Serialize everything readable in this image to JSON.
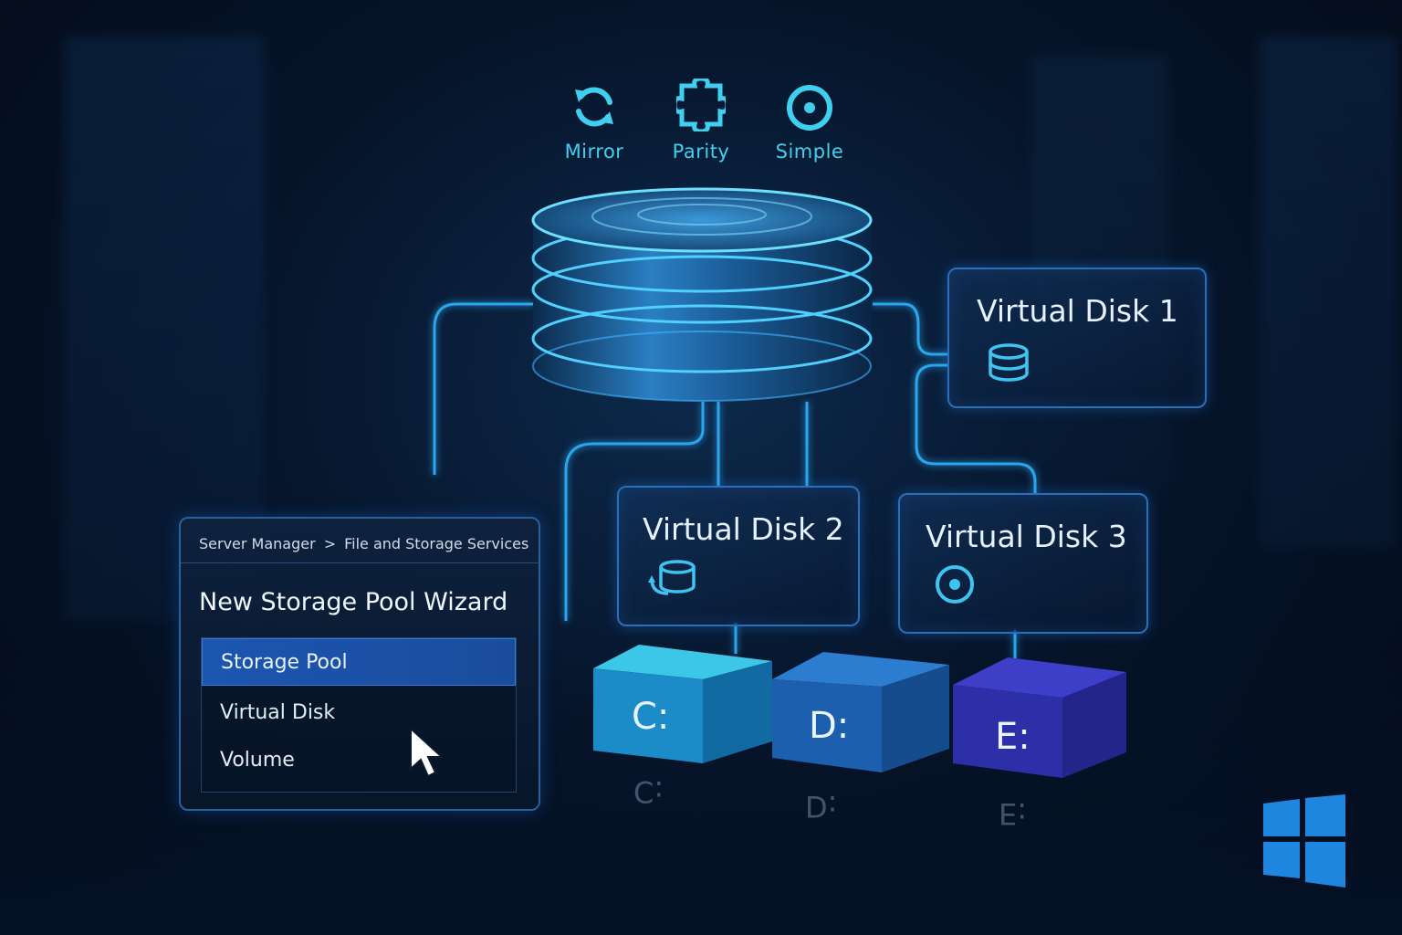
{
  "layouts": [
    {
      "label": "Mirror",
      "icon": "refresh-arrows-icon"
    },
    {
      "label": "Parity",
      "icon": "puzzle-piece-icon"
    },
    {
      "label": "Simple",
      "icon": "disc-icon"
    }
  ],
  "virtual_disks": [
    {
      "label": "Virtual Disk 1",
      "icon": "disk-stack-icon"
    },
    {
      "label": "Virtual Disk 2",
      "icon": "disk-sync-icon"
    },
    {
      "label": "Virtual Disk 3",
      "icon": "disc-icon"
    }
  ],
  "drives": [
    {
      "letter": "C:",
      "color": "#1d8fc7"
    },
    {
      "letter": "D:",
      "color": "#1e6bb8"
    },
    {
      "letter": "E:",
      "color": "#2b34b8"
    }
  ],
  "wizard": {
    "breadcrumb": [
      "Server Manager",
      "File and Storage Services"
    ],
    "breadcrumb_separator": ">",
    "title": "New Storage Pool Wizard",
    "items": [
      {
        "label": "Storage Pool",
        "selected": true
      },
      {
        "label": "Virtual Disk",
        "selected": false
      },
      {
        "label": "Volume",
        "selected": false
      }
    ]
  },
  "colors": {
    "accent": "#3fd0f0",
    "card_border": "#2a6fb8",
    "selection": "#1c56b0",
    "windows_logo": "#1f86e0"
  }
}
